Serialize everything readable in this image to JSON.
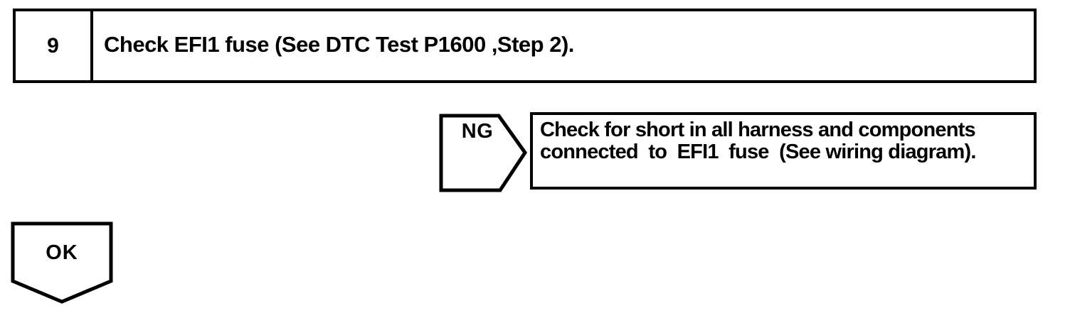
{
  "flowchart": {
    "step_box": {
      "number": "9",
      "instruction": "Check EFI1 fuse (See DTC Test P1600 ,Step 2)."
    },
    "ng_branch": {
      "label": "NG",
      "action": "Check for short in all harness and components\nconnected  to  EFI1  fuse  (See wiring diagram)."
    },
    "ok_branch": {
      "label": "OK"
    },
    "colors": {
      "ink": "#000000",
      "paper": "#ffffff"
    }
  }
}
